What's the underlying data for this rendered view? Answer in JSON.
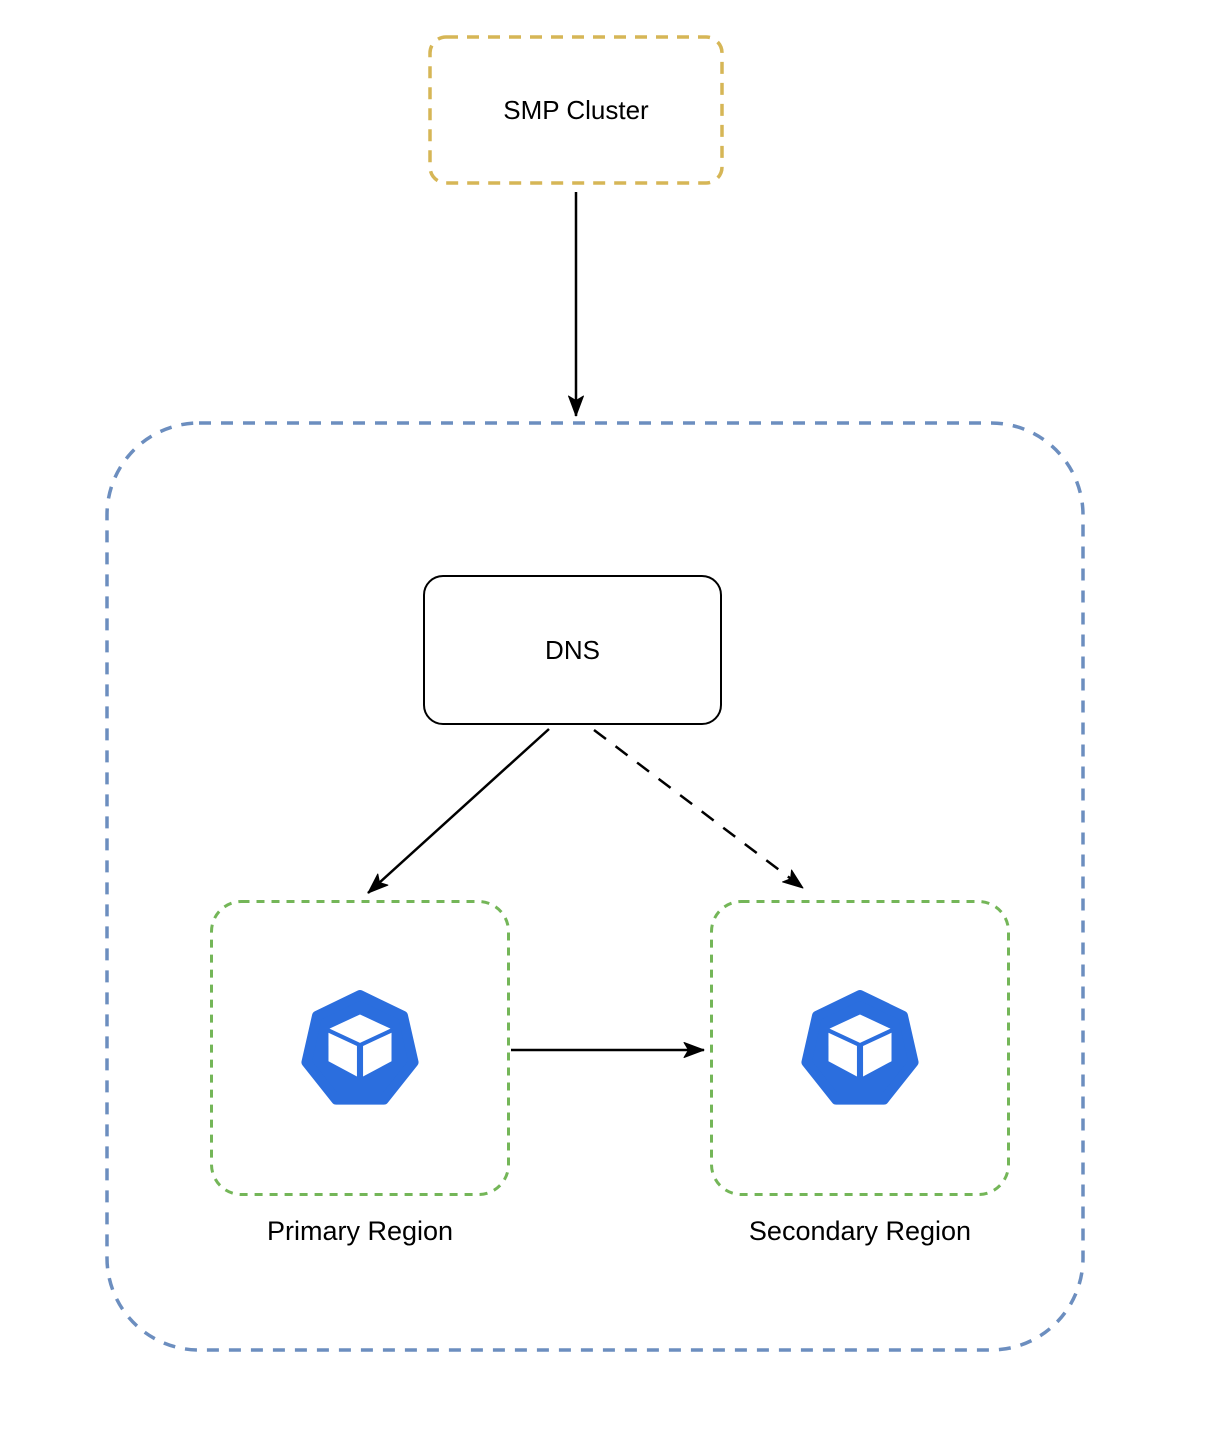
{
  "diagram": {
    "type": "architecture-diagram",
    "nodes": {
      "smp_cluster": {
        "label": "SMP Cluster",
        "shape": "dashed-rounded-rect",
        "border_style": "dashed"
      },
      "regions_container": {
        "label": "",
        "shape": "dashed-rounded-rect",
        "border_style": "dashed"
      },
      "dns": {
        "label": "DNS",
        "shape": "rounded-rect",
        "border_style": "solid"
      },
      "primary_region": {
        "label": "Primary Region",
        "icon": "cube-heptagon-icon",
        "border_style": "dashed"
      },
      "secondary_region": {
        "label": "Secondary Region",
        "icon": "cube-heptagon-icon",
        "border_style": "dashed"
      }
    },
    "edges": [
      {
        "from": "SMP Cluster",
        "to": "regions container",
        "style": "solid",
        "arrowhead": "filled"
      },
      {
        "from": "DNS",
        "to": "Primary Region",
        "style": "solid",
        "arrowhead": "filled"
      },
      {
        "from": "DNS",
        "to": "Secondary Region",
        "style": "dashed",
        "arrowhead": "filled"
      },
      {
        "from": "Primary Region",
        "to": "Secondary Region",
        "style": "solid",
        "arrowhead": "filled"
      }
    ]
  },
  "colors": {
    "cluster_border": "#d6b656",
    "container_border": "#6c8ebf",
    "region_border": "#74b658",
    "node_border": "#000000",
    "icon_blue": "#2b6ede",
    "arrow": "#000000",
    "label_text": "#000000",
    "background": "#ffffff"
  }
}
